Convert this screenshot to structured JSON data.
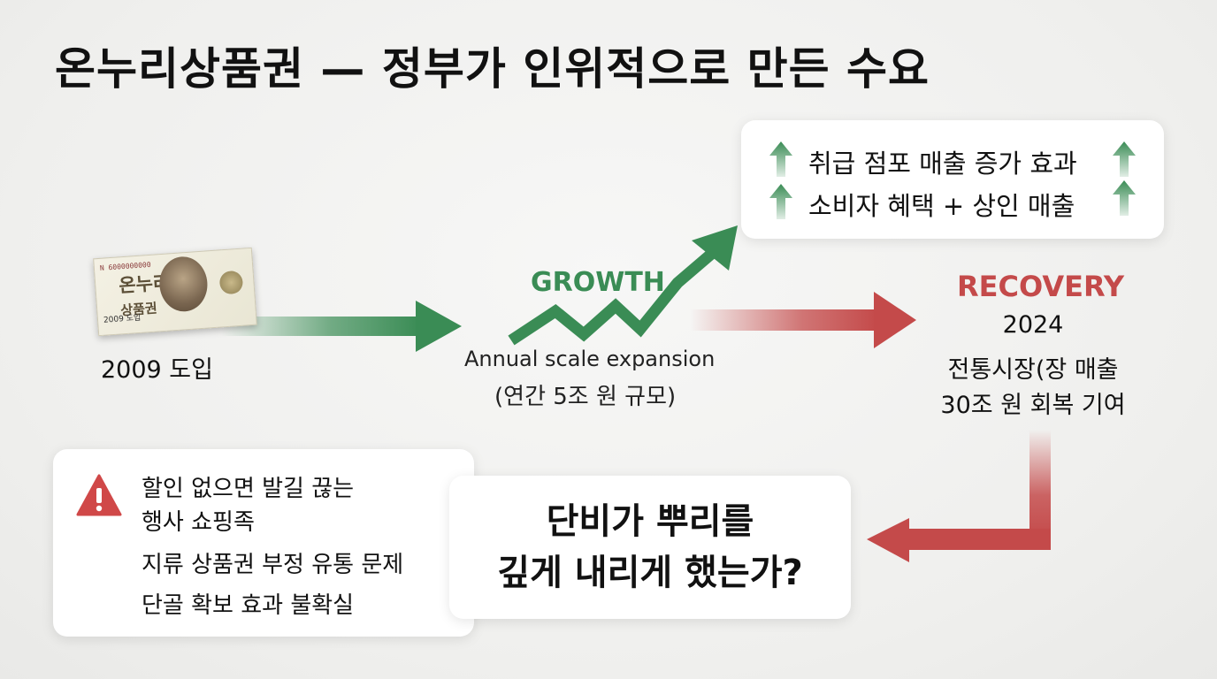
{
  "title": "온누리상품권 — 정부가 인위적으로 만든 수요",
  "note": {
    "serial": "N 6000000000",
    "name_line1": "온누리",
    "name_line2": "상품권",
    "year": "2009 도입"
  },
  "intro": {
    "label": "2009 도입"
  },
  "benefits": {
    "line1": "취급 점포 매출 증가 효과",
    "line2": "소비자 혜택 + 상인 매출"
  },
  "growth": {
    "label": "GROWTH",
    "caption_en": "Annual scale expansion",
    "caption_ko": "(연간 5조 원 규모)"
  },
  "recovery": {
    "label": "RECOVERY",
    "year": "2024",
    "line1": "전통시장(장 매출",
    "line2": "30조 원 회복 기여"
  },
  "issues": [
    "할인 없으면 발길 끊는",
    "행사 쇼핑족",
    "지류 상품권 부정 유통 문제",
    "단골 확보 효과 불확실"
  ],
  "question": {
    "line1": "단비가 뿌리를",
    "line2": "깊게 내리게 했는가?"
  },
  "colors": {
    "green": "#3a8c55",
    "red": "#c44a4a",
    "warning": "#d04848"
  },
  "icons": {
    "up": "arrow-up-icon",
    "warning": "warning-triangle-icon"
  }
}
